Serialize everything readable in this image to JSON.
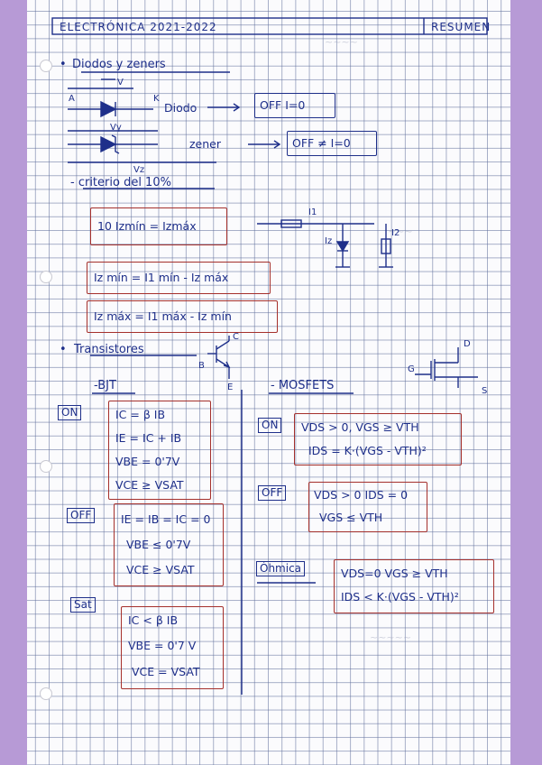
{
  "header": {
    "course": "ELECTRÓNICA 2021-2022",
    "tag": "RESUMEN"
  },
  "diodes": {
    "heading": "Diodos y zeners",
    "v_label": "V",
    "anode_label": "A",
    "cathode_label": "K",
    "diode_word": "Diodo",
    "diode_state": "OFF  I=0",
    "vy_label": "Vγ",
    "zener_word": "zener",
    "zener_state": "OFF ≠ I=0",
    "vz_label": "Vz",
    "criterion": "- criterio del 10%",
    "eq1": "10 Izmín = Izmáx",
    "eq2": "Iz mín = I1 mín - Iz máx",
    "eq3": "Iz máx = I1 máx - Iz mín",
    "i1_label": "I1",
    "i2_label": "I2",
    "iz_label": "Iz"
  },
  "transistors": {
    "heading": "Transistores",
    "b_label": "B",
    "c_label": "C",
    "e_label": "E",
    "g_label": "G",
    "d_label": "D",
    "s_label": "S"
  },
  "bjt": {
    "heading": "-BJT",
    "on_tag": "ON",
    "on_eqs": [
      "IC = β IB",
      "IE = IC + IB",
      "VBE = 0'7V",
      "VCE ≥ VSAT"
    ],
    "off_tag": "OFF",
    "off_eqs": [
      "IE = IB = IC = 0",
      "VBE ≤ 0'7V",
      "VCE ≥ VSAT"
    ],
    "sat_tag": "Sat",
    "sat_eqs": [
      "IC < β IB",
      "VBE = 0'7 V",
      "VCE = VSAT"
    ]
  },
  "mosfet": {
    "heading": "- MOSFETS",
    "on_tag": "ON",
    "on_eq1": "VDS > 0,  VGS ≥ VTH",
    "on_eq2": "IDS = K·(VGS - VTH)²",
    "off_tag": "OFF",
    "off_eq1": "VDS > 0   IDS = 0",
    "off_eq2": "VGS ≤ VTH",
    "ohm_tag": "Óhmica",
    "ohm_eq1": "VDS=0    VGS ≥ VTH",
    "ohm_eq2": "IDS < K·(VGS - VTH)²"
  },
  "colors": {
    "ink": "#1e2f8a",
    "box": "#a5302c",
    "background": "#b79ad6",
    "grid": "#5f6e9b"
  }
}
